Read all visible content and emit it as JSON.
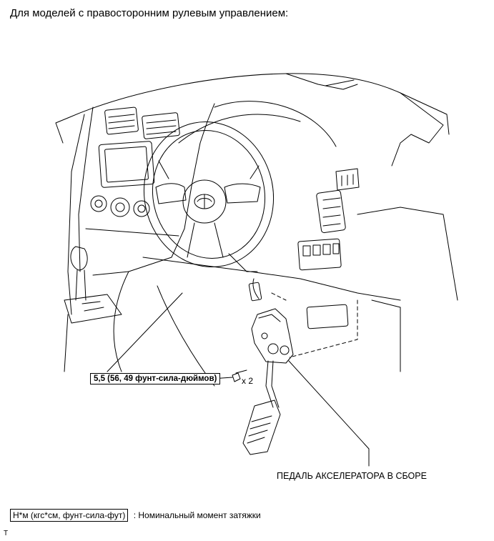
{
  "heading": "Для моделей с правосторонним рулевым управлением:",
  "labels": {
    "torque": "5,5 (56, 49 фунт-сила-дюймов)",
    "quantity": "x 2",
    "part": "ПЕДАЛЬ АКСЕЛЕРАТОРА В СБОРЕ"
  },
  "legend": {
    "unit": "Н*м (кгс*см, фунт-сила-фут)",
    "separator": ":",
    "description": "Номинальный момент затяжки"
  },
  "corner_mark": "T"
}
